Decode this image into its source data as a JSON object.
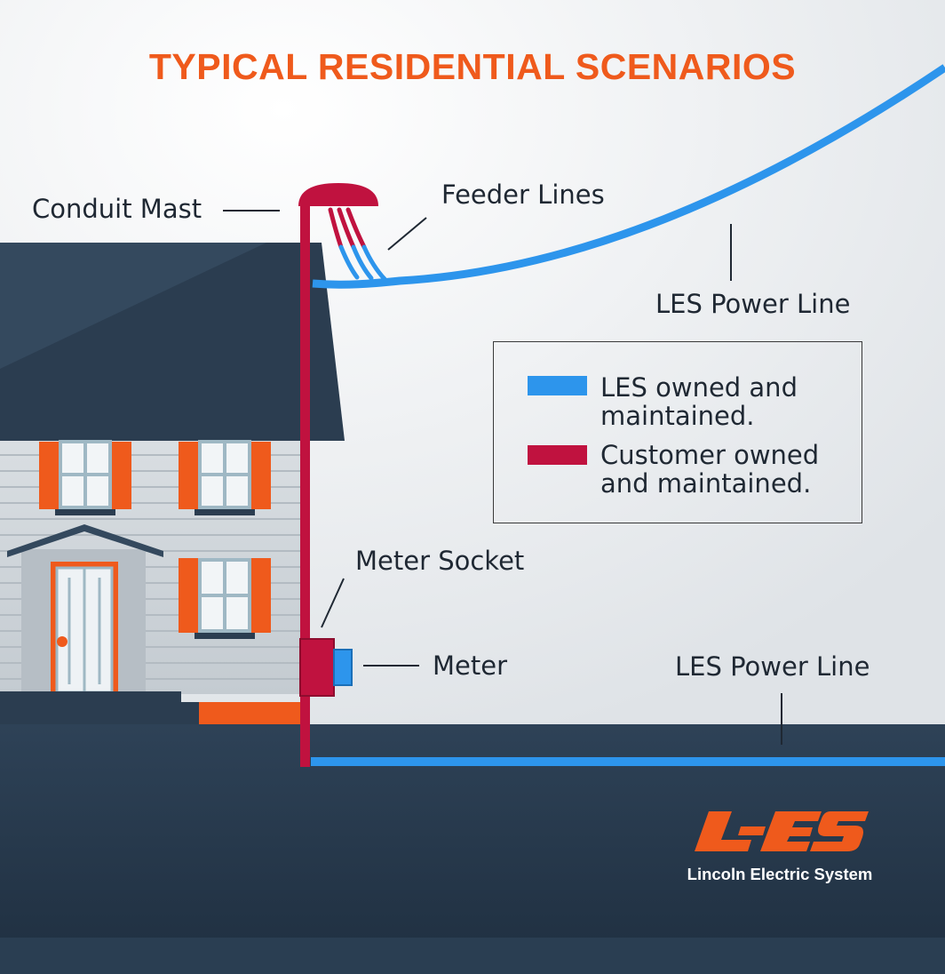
{
  "title": "TYPICAL RESIDENTIAL SCENARIOS",
  "labels": {
    "conduit_mast": "Conduit Mast",
    "feeder_lines": "Feeder Lines",
    "les_power_line_overhead": "LES Power Line",
    "meter_socket": "Meter Socket",
    "meter": "Meter",
    "les_power_line_underground": "LES Power Line"
  },
  "legend": {
    "items": [
      {
        "label": "LES owned and maintained.",
        "color": "#2d95ec"
      },
      {
        "label": "Customer owned and maintained.",
        "color": "#c0123f"
      }
    ]
  },
  "brand": {
    "logo_text": "LES",
    "name": "Lincoln Electric System"
  },
  "colors": {
    "accent": "#ef5a1c",
    "les_line": "#2d95ec",
    "customer_line": "#c0123f",
    "ground": "#27394d",
    "house_roof": "#2b3d50"
  },
  "icons": [
    "house-illustration",
    "conduit-mast-icon",
    "meter-icon",
    "les-logo-icon"
  ]
}
